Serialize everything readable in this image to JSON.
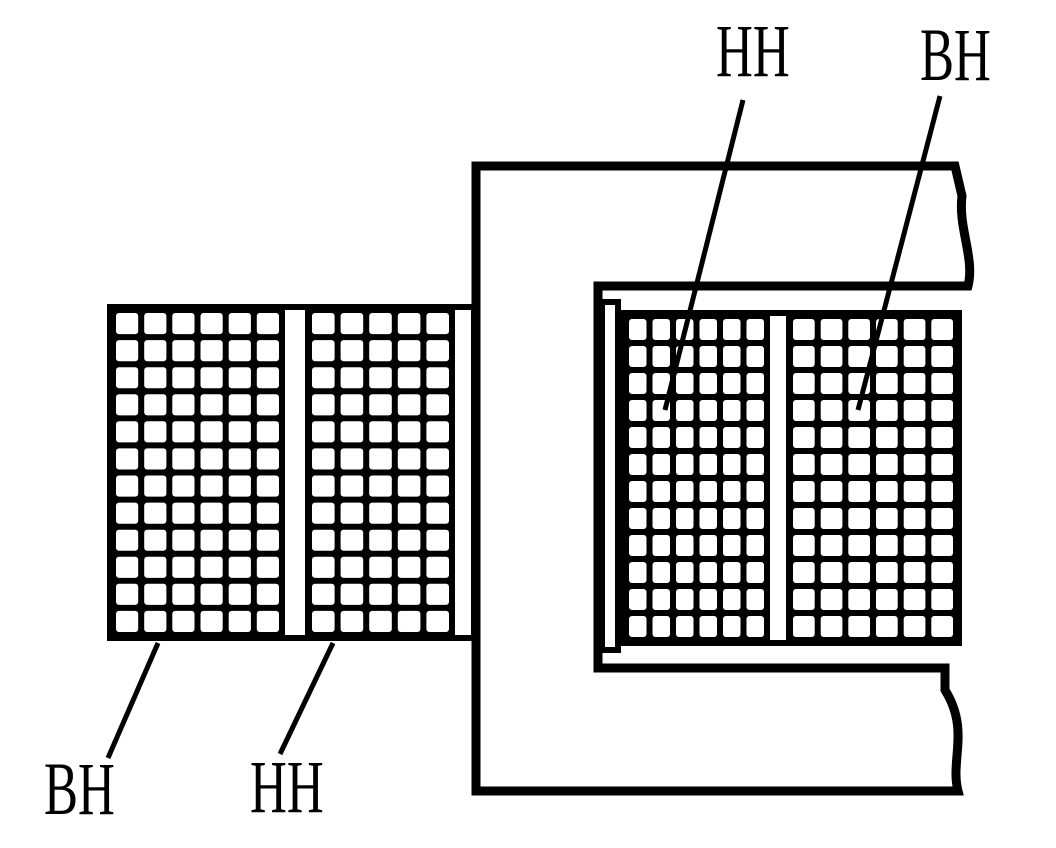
{
  "colors": {
    "ink": "#000000",
    "paper": "#ffffff"
  },
  "labels": {
    "top_lv": "HH",
    "top_hv": "BH",
    "bottom_hv": "BH",
    "bottom_lv": "HH"
  },
  "windings": {
    "left_hv": {
      "columns": 6,
      "rows": 12
    },
    "left_lv": {
      "columns": 5,
      "rows": 12
    },
    "right_lv": {
      "columns": 6,
      "rows": 12
    },
    "right_hv": {
      "columns": 6,
      "rows": 12
    }
  }
}
